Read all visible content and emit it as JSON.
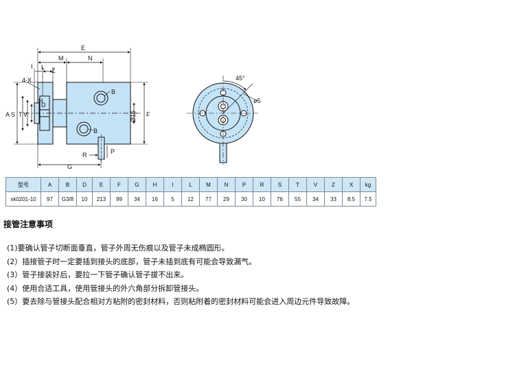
{
  "drawing": {
    "dimension_labels": {
      "E": "E",
      "M": "M",
      "N": "N",
      "I": "I",
      "L": "L",
      "Z": "Z",
      "four_x": "4-X",
      "B_top": "B",
      "B_bottom": "B",
      "H": "H",
      "D": "D",
      "A": "A",
      "S": "S",
      "T": "T",
      "V": "V",
      "F": "F",
      "dia15": "Ø15",
      "P": "P",
      "R": "R",
      "G": "G",
      "angle45": "45°",
      "dia5": "ø5"
    }
  },
  "spec_table": {
    "headers": [
      "型号",
      "A",
      "B",
      "D",
      "E",
      "F",
      "G",
      "H",
      "I",
      "L",
      "M",
      "N",
      "P",
      "R",
      "S",
      "T",
      "V",
      "Z",
      "X",
      "kg"
    ],
    "rows": [
      [
        "xk0201-10",
        "97",
        "G3/8",
        "10",
        "213",
        "99",
        "34",
        "16",
        "5",
        "12",
        "77",
        "29",
        "30",
        "10",
        "76",
        "55",
        "34",
        "33",
        "8.5",
        "7.5"
      ]
    ]
  },
  "notes": {
    "title": "接管注意事项",
    "items": [
      "(1)要确认管子切断面垂直，管子外周无伤痕以及管子未成椭圆形。",
      "(2）插接管子时一定要插到接头的底部，管子未插到底有可能会导致漏气。",
      "(3）管子接装好后，要拉一下管子确认管子拔不出来。",
      "(4）使用合适工具，使用管接头的外六角部分拆卸管接头。",
      "(5）要去除与管接头配合相对方粘附的密封材料，否则粘附着的密封材料可能会进入周边元件导致故障。"
    ]
  },
  "colors": {
    "part_fill": "#c5e3f6",
    "header_fill": "#cfe6f5"
  }
}
